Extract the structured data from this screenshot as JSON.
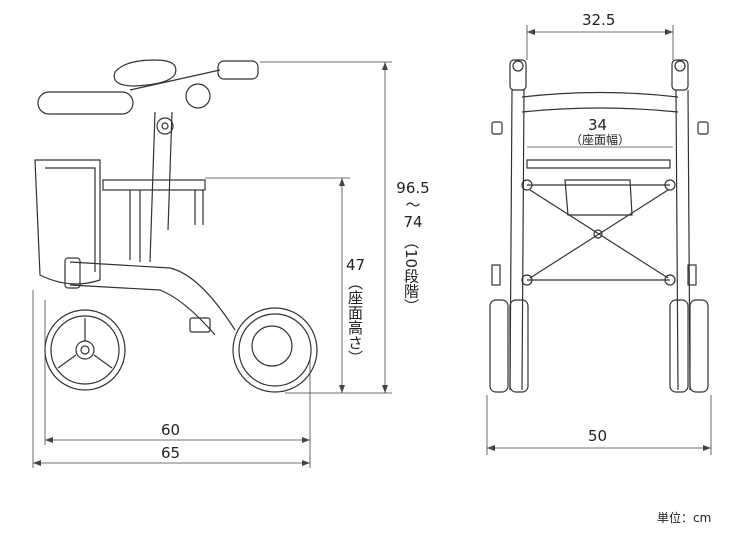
{
  "side_view": {
    "total_height": "96.5",
    "height_range_sep": "〜",
    "min_height": "74",
    "height_steps": "（10段階）",
    "seat_height": "47",
    "seat_height_label": "（座面高さ）",
    "wheelbase": "60",
    "total_length": "65"
  },
  "front_view": {
    "handle_width": "32.5",
    "seat_width": "34",
    "seat_width_label": "（座面幅）",
    "total_width": "50"
  },
  "unit_label": "単位：cm"
}
